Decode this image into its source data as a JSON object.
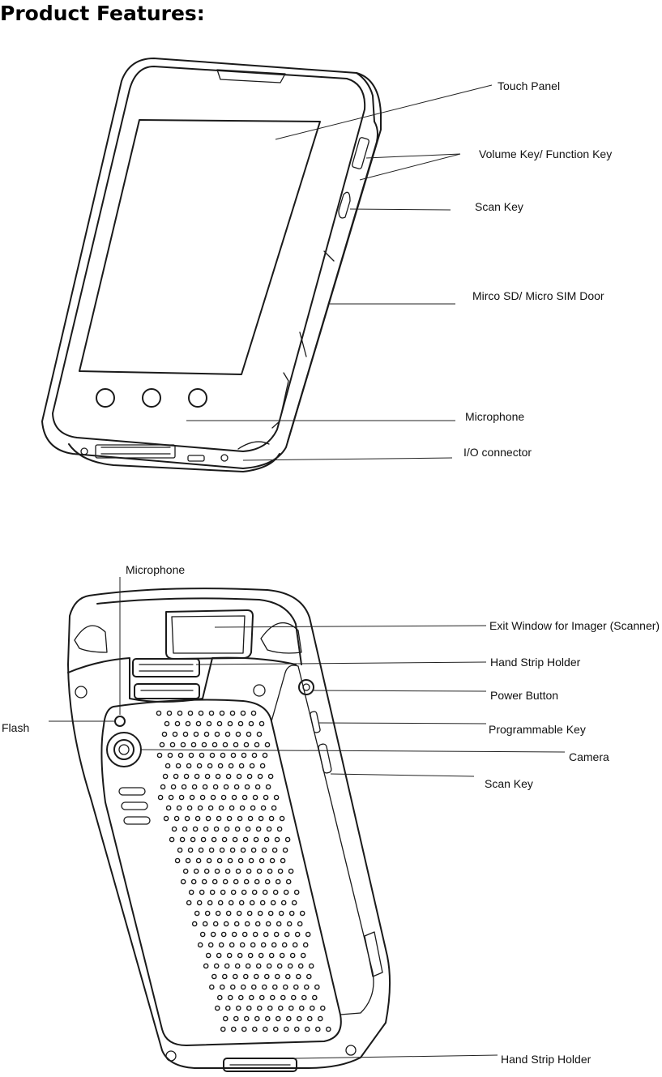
{
  "heading": "Product Features:",
  "front_labels": [
    {
      "id": "touch-panel",
      "text": "Touch Panel"
    },
    {
      "id": "volume-key",
      "text": "Volume Key/ Function Key"
    },
    {
      "id": "scan-key",
      "text": "Scan Key"
    },
    {
      "id": "sd-sim-door",
      "text": "Mirco SD/ Micro SIM Door"
    },
    {
      "id": "microphone",
      "text": "Microphone"
    },
    {
      "id": "io-connector",
      "text": "I/O connector"
    }
  ],
  "back_labels": [
    {
      "id": "microphone",
      "text": "Microphone"
    },
    {
      "id": "exit-window",
      "text": "Exit Window for Imager (Scanner)"
    },
    {
      "id": "hand-strip-top",
      "text": "Hand Strip Holder"
    },
    {
      "id": "power-button",
      "text": "Power Button"
    },
    {
      "id": "flash",
      "text": "Flash"
    },
    {
      "id": "programmable-key",
      "text": "Programmable Key"
    },
    {
      "id": "camera",
      "text": "Camera"
    },
    {
      "id": "scan-key",
      "text": "Scan Key"
    },
    {
      "id": "hand-strip-bottom",
      "text": "Hand Strip Holder"
    }
  ]
}
